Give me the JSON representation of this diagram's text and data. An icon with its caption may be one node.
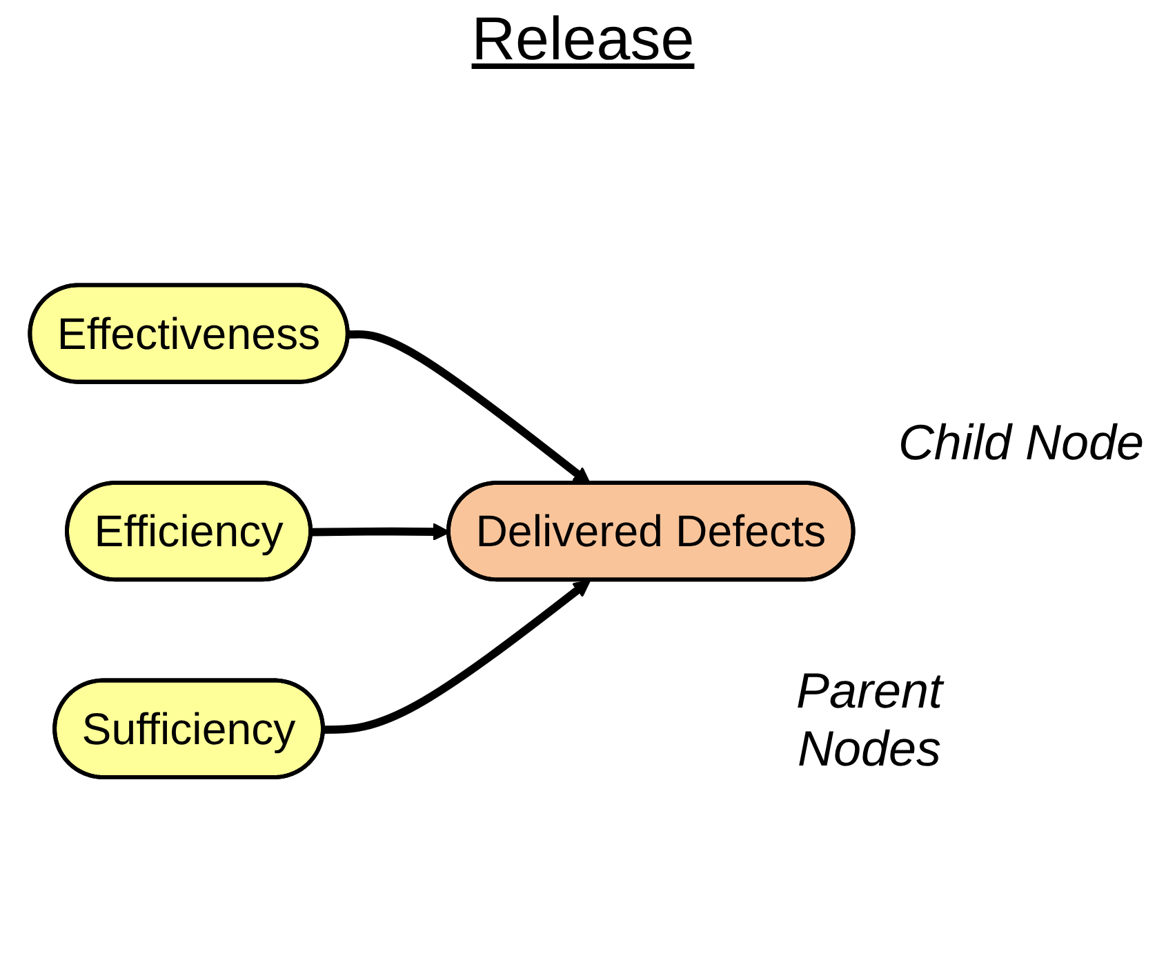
{
  "diagram": {
    "title": "Release",
    "nodes": [
      {
        "text": [
          "Delivered Defects"
        ]
      },
      {
        "text": [
          "Effectiveness"
        ]
      },
      {
        "text": [
          "Efficiency"
        ]
      },
      {
        "text": [
          "Sufficiency"
        ]
      }
    ],
    "edges": [
      {
        "from": 1,
        "to": 0,
        "arrow": "to"
      },
      {
        "from": 2,
        "to": 0,
        "arrow": "to"
      },
      {
        "from": 3,
        "to": 0,
        "arrow": "to"
      }
    ],
    "labels": [
      "Child Node",
      "Parent Nodes"
    ]
  }
}
